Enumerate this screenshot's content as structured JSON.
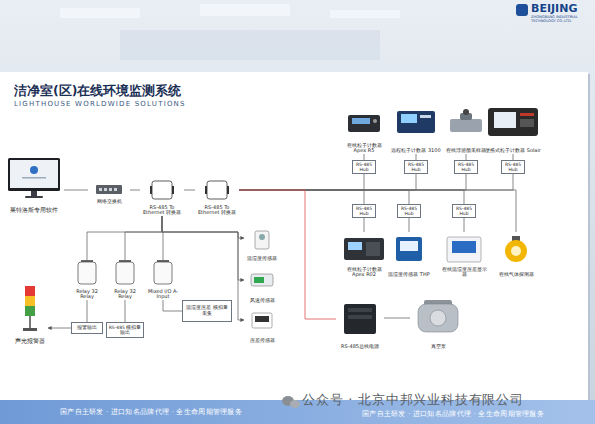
{
  "diagram": {
    "title": "洁净室(区)在线环境监测系统",
    "nodes": [
      {
        "text": [
          "莱特洛斯专用软件"
        ]
      },
      {
        "text": [
          "网络交换机"
        ]
      },
      {
        "text": [
          "RS-485 To Ethernet 转换器"
        ]
      },
      {
        "text": [
          "RS-485 To Ethernet 转换器"
        ]
      },
      {
        "text": [
          "在线粒子计数器 Apex R5"
        ]
      },
      {
        "text": [
          "远程粒子计数器 3100"
        ]
      },
      {
        "text": [
          "在线浮游菌采样器"
        ]
      },
      {
        "text": [
          "便携式粒子计数器 Solair"
        ]
      },
      {
        "text": [
          "RS-485 Hub"
        ]
      },
      {
        "text": [
          "RS-485 Hub"
        ]
      },
      {
        "text": [
          "RS-485 Hub"
        ]
      },
      {
        "text": [
          "RS-485 Hub"
        ]
      },
      {
        "text": [
          "RS-485 Hub"
        ]
      },
      {
        "text": [
          "RS-485 Hub"
        ]
      },
      {
        "text": [
          "RS-485 Hub"
        ]
      },
      {
        "text": [
          "在线粒子计数器 Apex R02"
        ]
      },
      {
        "text": [
          "温湿度传感器 THP"
        ]
      },
      {
        "text": [
          "在线温湿度压差显示器"
        ]
      },
      {
        "text": [
          "在线气体探测器"
        ]
      },
      {
        "text": [
          "RS-485总线电源"
        ]
      },
      {
        "text": [
          "真空泵"
        ]
      },
      {
        "text": [
          "Relay 32 Relay"
        ]
      },
      {
        "text": [
          "Relay 32 Relay"
        ]
      },
      {
        "text": [
          "Mixed I/O A-Input"
        ]
      },
      {
        "text": [
          "声光报警器"
        ]
      },
      {
        "text": [
          "报警输出"
        ]
      },
      {
        "text": [
          "RS-485 模拟量输出"
        ]
      },
      {
        "text": [
          "温湿度压差 模拟量采集"
        ]
      },
      {
        "text": [
          "温湿度传感器"
        ]
      },
      {
        "text": [
          "风速传感器"
        ]
      },
      {
        "text": [
          "压差传感器"
        ]
      }
    ],
    "edges": [
      {
        "from": 0,
        "to": 1,
        "arrow": "none"
      },
      {
        "from": 1,
        "to": 2,
        "arrow": "none"
      },
      {
        "from": 2,
        "to": 3,
        "arrow": "none"
      },
      {
        "from": 3,
        "to": 8,
        "arrow": "none"
      },
      {
        "from": 3,
        "to": 9,
        "arrow": "none"
      },
      {
        "from": 3,
        "to": 10,
        "arrow": "none"
      },
      {
        "from": 3,
        "to": 11,
        "arrow": "none"
      },
      {
        "from": 3,
        "to": 12,
        "arrow": "none"
      },
      {
        "from": 3,
        "to": 13,
        "arrow": "none"
      },
      {
        "from": 3,
        "to": 14,
        "arrow": "none"
      },
      {
        "from": 3,
        "to": 18,
        "arrow": "none"
      },
      {
        "from": 3,
        "to": 19,
        "arrow": "none"
      },
      {
        "from": 19,
        "to": 20,
        "arrow": "none"
      },
      {
        "from": 8,
        "to": 4,
        "arrow": "none"
      },
      {
        "from": 9,
        "to": 5,
        "arrow": "none"
      },
      {
        "from": 10,
        "to": 6,
        "arrow": "none"
      },
      {
        "from": 11,
        "to": 7,
        "arrow": "none"
      },
      {
        "from": 12,
        "to": 15,
        "arrow": "none"
      },
      {
        "from": 13,
        "to": 16,
        "arrow": "none"
      },
      {
        "from": 14,
        "to": 17,
        "arrow": "none"
      },
      {
        "from": 2,
        "to": 21,
        "arrow": "none"
      },
      {
        "from": 2,
        "to": 22,
        "arrow": "none"
      },
      {
        "from": 2,
        "to": 23,
        "arrow": "none"
      },
      {
        "from": 2,
        "to": 28,
        "arrow": "to"
      },
      {
        "from": 2,
        "to": 29,
        "arrow": "to"
      },
      {
        "from": 2,
        "to": 30,
        "arrow": "to"
      },
      {
        "from": 21,
        "to": 25,
        "arrow": "none"
      },
      {
        "from": 22,
        "to": 26,
        "arrow": "none"
      },
      {
        "from": 25,
        "to": 24,
        "arrow": "to"
      },
      {
        "from": 23,
        "to": 27,
        "arrow": "none"
      }
    ],
    "labels": [
      "LIGHTHOUSE WORLDWIDE SOLUTIONS",
      "BEIJING",
      "ZHONGBANG INDUSTRIAL TECHNOLOGY CO.,LTD.",
      "国产自主研发 · 进口知名品牌代理 · 全生命周期管理服务",
      "国产自主研发 · 进口知名品牌代理 · 全生命周期管理服务",
      "公众号 · 北京中邦兴业科技有限公司"
    ]
  }
}
